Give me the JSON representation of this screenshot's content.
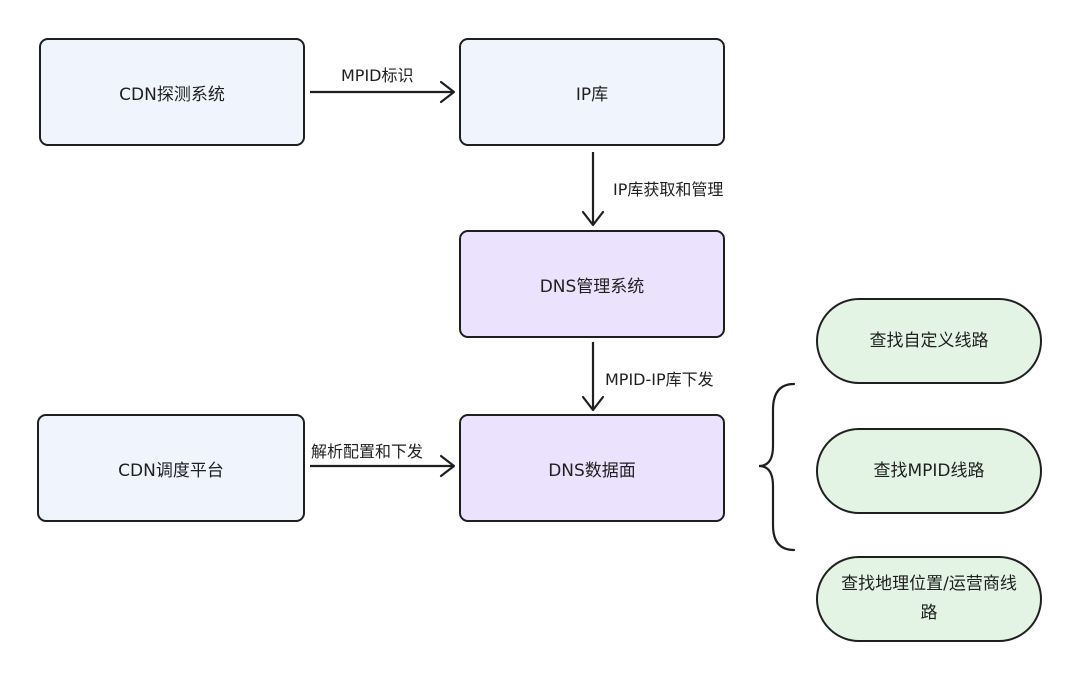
{
  "nodes": {
    "cdn_probe": "CDN探测系统",
    "ip_lib": "IP库",
    "dns_mgmt": "DNS管理系统",
    "cdn_sched": "CDN调度平台",
    "dns_data": "DNS数据面"
  },
  "edges": {
    "mpid_tag": "MPID标识",
    "ip_lib_fetch": "IP库获取和管理",
    "mpid_ip_push": "MPID-IP库下发",
    "parse_push": "解析配置和下发"
  },
  "lookups": [
    "查找自定义线路",
    "查找MPID线路",
    "查找地理位置/运营商线路"
  ]
}
